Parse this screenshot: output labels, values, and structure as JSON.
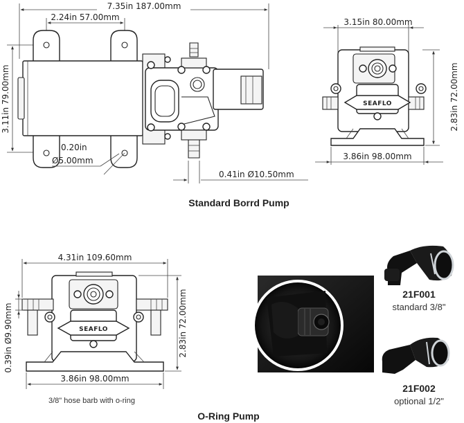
{
  "diagrams": {
    "top_view": {
      "overall_width": "7.35in   187.00mm",
      "hole_spacing": "2.24in   57.00mm",
      "height": "3.11in   79.00mm",
      "hole_size_in": "0.20in",
      "hole_size_mm": "Ø5.00mm",
      "outlet": "0.41in  Ø10.50mm"
    },
    "end_view": {
      "width": "3.15in   80.00mm",
      "height_right": "2.83in   72.00mm",
      "base_width": "3.86in   98.00mm",
      "brand": "SEAFLO"
    },
    "standard_title": "Standard Borrd Pump",
    "oring_view": {
      "width": "4.31in   109.60mm",
      "barb": "0.39in  Ø9.90mm",
      "height_right": "2.83in   72.00mm",
      "base_width": "3.86in   98.00mm",
      "note": "3/8\" hose barb with o-ring",
      "brand": "SEAFLO"
    },
    "oring_title": "O-Ring Pump"
  },
  "fittings": [
    {
      "code": "21F001",
      "desc": "standard 3/8\""
    },
    {
      "code": "21F002",
      "desc": "optional 1/2\""
    }
  ],
  "colors": {
    "line": "#222222",
    "photo_bg": "#1a1a1a",
    "fitting_tip": "#cfd4d8"
  }
}
